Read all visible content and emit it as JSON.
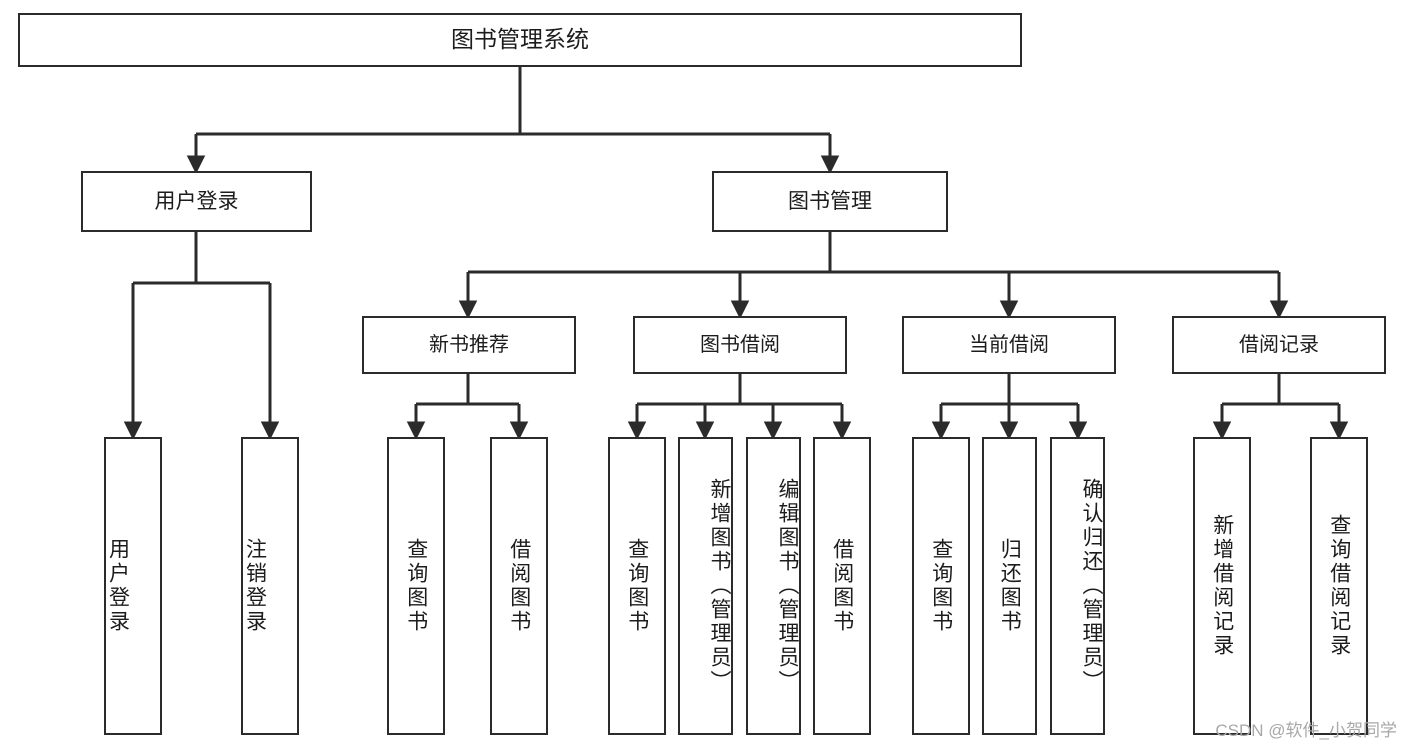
{
  "diagram": {
    "type": "tree",
    "title": "图书管理系统",
    "background_color": "#ffffff",
    "line_color": "#2b2b2b",
    "text_color": "#1c1c1c",
    "watermark": "CSDN @软件_小贺同学",
    "nodes": {
      "root": {
        "label": "图书管理系统"
      },
      "login": {
        "label": "用户登录"
      },
      "book_mgmt": {
        "label": "图书管理"
      },
      "new_book": {
        "label": "新书推荐"
      },
      "borrow": {
        "label": "图书借阅"
      },
      "current": {
        "label": "当前借阅"
      },
      "records": {
        "label": "借阅记录"
      },
      "leaf_user_login": {
        "label": "用户登录"
      },
      "leaf_logout": {
        "label": "注销登录"
      },
      "leaf_query_book_1": {
        "label": "查询图书"
      },
      "leaf_borrow_book_1": {
        "label": "借阅图书"
      },
      "leaf_query_book_2": {
        "label": "查询图书"
      },
      "leaf_add_book": {
        "label": "新增图书（管理员）"
      },
      "leaf_edit_book": {
        "label": "编辑图书（管理员）"
      },
      "leaf_borrow_book_2": {
        "label": "借阅图书"
      },
      "leaf_query_book_3": {
        "label": "查询图书"
      },
      "leaf_return_book": {
        "label": "归还图书"
      },
      "leaf_confirm_return": {
        "label": "确认归还（管理员）"
      },
      "leaf_add_record": {
        "label": "新增借阅记录"
      },
      "leaf_query_record": {
        "label": "查询借阅记录"
      }
    },
    "hierarchy": [
      {
        "label": "图书管理系统",
        "children": [
          {
            "label": "用户登录",
            "children": [
              {
                "label": "用户登录"
              },
              {
                "label": "注销登录"
              }
            ]
          },
          {
            "label": "图书管理",
            "children": [
              {
                "label": "新书推荐",
                "children": [
                  {
                    "label": "查询图书"
                  },
                  {
                    "label": "借阅图书"
                  }
                ]
              },
              {
                "label": "图书借阅",
                "children": [
                  {
                    "label": "查询图书"
                  },
                  {
                    "label": "新增图书（管理员）"
                  },
                  {
                    "label": "编辑图书（管理员）"
                  },
                  {
                    "label": "借阅图书"
                  }
                ]
              },
              {
                "label": "当前借阅",
                "children": [
                  {
                    "label": "查询图书"
                  },
                  {
                    "label": "归还图书"
                  },
                  {
                    "label": "确认归还（管理员）"
                  }
                ]
              },
              {
                "label": "借阅记录",
                "children": [
                  {
                    "label": "新增借阅记录"
                  },
                  {
                    "label": "查询借阅记录"
                  }
                ]
              }
            ]
          }
        ]
      }
    ]
  }
}
